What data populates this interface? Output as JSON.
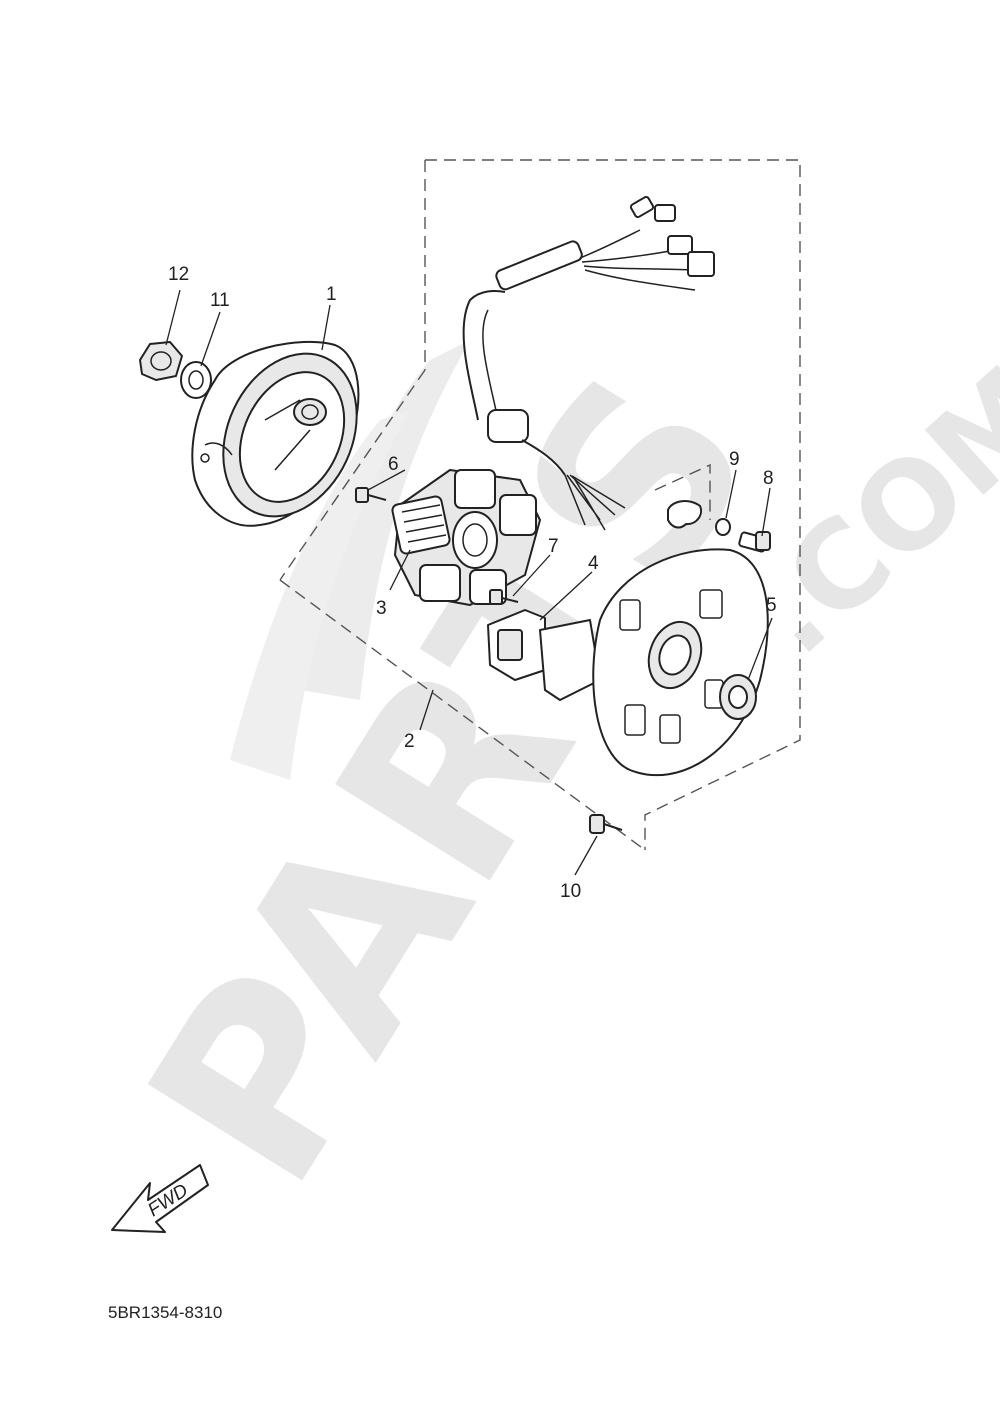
{
  "diagram": {
    "callouts": [
      {
        "id": "c12",
        "label": "12"
      },
      {
        "id": "c11",
        "label": "11"
      },
      {
        "id": "c1",
        "label": "1"
      },
      {
        "id": "c6",
        "label": "6"
      },
      {
        "id": "c9",
        "label": "9"
      },
      {
        "id": "c8",
        "label": "8"
      },
      {
        "id": "c7",
        "label": "7"
      },
      {
        "id": "c4",
        "label": "4"
      },
      {
        "id": "c3",
        "label": "3"
      },
      {
        "id": "c5",
        "label": "5"
      },
      {
        "id": "c2",
        "label": "2"
      },
      {
        "id": "c10",
        "label": "10"
      }
    ],
    "fwd_label": "FWD",
    "part_code": "5BR1354-8310"
  },
  "watermark": {
    "text": "PARTS",
    "suffix": ".COM"
  }
}
